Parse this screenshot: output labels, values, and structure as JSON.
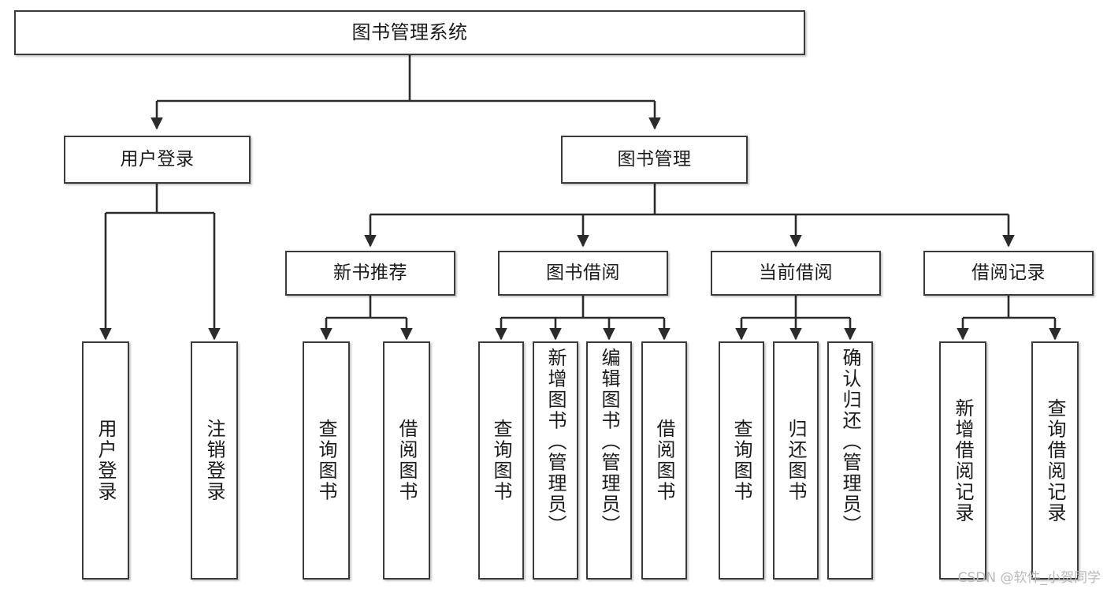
{
  "diagram": {
    "title": "图书管理系统",
    "type": "tree-hierarchy",
    "root": {
      "id": "root",
      "label": "图书管理系统"
    },
    "level1": [
      {
        "id": "user-login",
        "label": "用户登录"
      },
      {
        "id": "book-manage",
        "label": "图书管理"
      }
    ],
    "level2": [
      {
        "id": "new-book-recommend",
        "label": "新书推荐",
        "parent": "book-manage"
      },
      {
        "id": "book-borrow",
        "label": "图书借阅",
        "parent": "book-manage"
      },
      {
        "id": "current-borrow",
        "label": "当前借阅",
        "parent": "book-manage"
      },
      {
        "id": "borrow-record",
        "label": "借阅记录",
        "parent": "book-manage"
      }
    ],
    "leaves": [
      {
        "id": "leaf-user-login",
        "label": "用户登录",
        "parent": "user-login"
      },
      {
        "id": "leaf-logout-login",
        "label": "注销登录",
        "parent": "user-login"
      },
      {
        "id": "leaf-query-book-1",
        "label": "查询图书",
        "parent": "new-book-recommend"
      },
      {
        "id": "leaf-borrow-book-1",
        "label": "借阅图书",
        "parent": "new-book-recommend"
      },
      {
        "id": "leaf-query-book-2",
        "label": "查询图书",
        "parent": "book-borrow"
      },
      {
        "id": "leaf-add-book",
        "label": "新增图书（管理员）",
        "parent": "book-borrow"
      },
      {
        "id": "leaf-edit-book",
        "label": "编辑图书（管理员）",
        "parent": "book-borrow"
      },
      {
        "id": "leaf-borrow-book-2",
        "label": "借阅图书",
        "parent": "book-borrow"
      },
      {
        "id": "leaf-query-book-3",
        "label": "查询图书",
        "parent": "current-borrow"
      },
      {
        "id": "leaf-return-book",
        "label": "归还图书",
        "parent": "current-borrow"
      },
      {
        "id": "leaf-confirm-return",
        "label": "确认归还（管理员）",
        "parent": "current-borrow"
      },
      {
        "id": "leaf-add-record",
        "label": "新增借阅记录",
        "parent": "borrow-record"
      },
      {
        "id": "leaf-query-record",
        "label": "查询借阅记录",
        "parent": "borrow-record"
      }
    ],
    "watermark": "CSDN @软件_小贺同学",
    "colors": {
      "box_border": "#3b3b3b",
      "box_fill": "#ffffff",
      "connector": "#2b2b2b",
      "text": "#1b1b1b",
      "watermark": "#b9b9b9",
      "background": "#ffffff"
    }
  }
}
